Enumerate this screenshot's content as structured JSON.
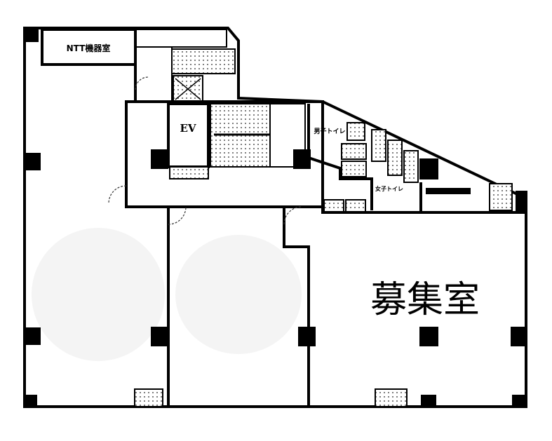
{
  "plan": {
    "rooms": {
      "ntt": "NTT機器室",
      "elevator": "EV",
      "mens_toilet": "男子トイレ",
      "womens_toilet": "女子トイレ",
      "vacancy": "募集室"
    }
  }
}
